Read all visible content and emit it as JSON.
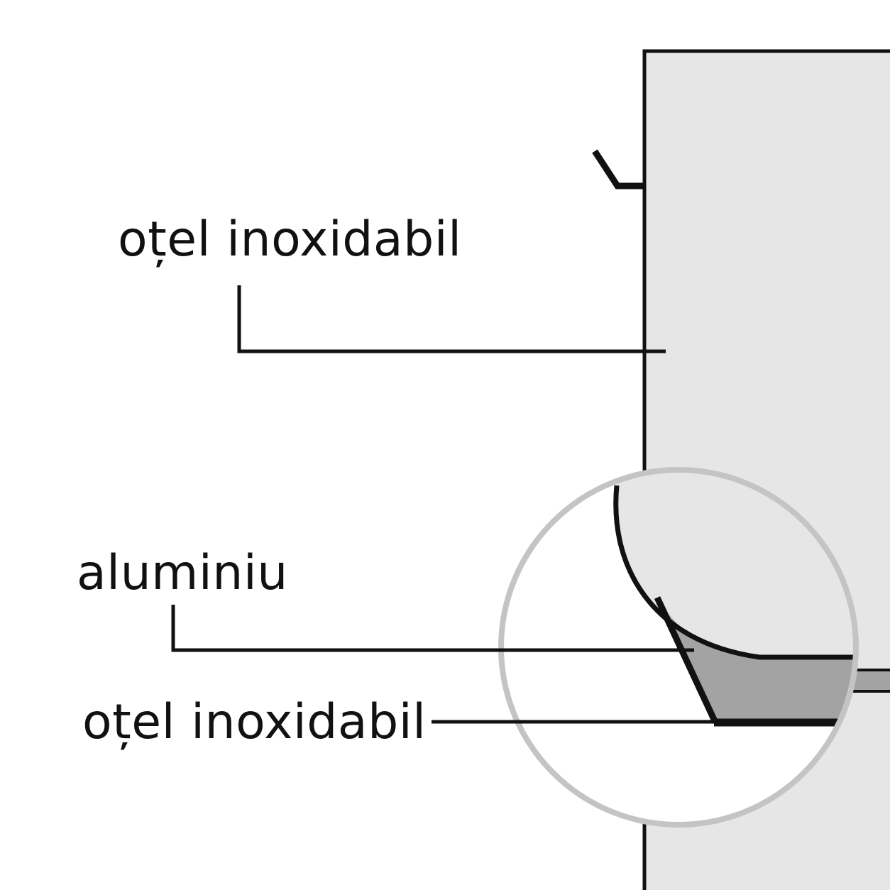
{
  "labels": {
    "top": "oțel inoxidabil",
    "middle": "aluminiu",
    "bottom": "oțel inoxidabil"
  },
  "colors": {
    "background": "#ffffff",
    "line": "#111111",
    "pot_fill": "#e6e6e6",
    "aluminium_layer": "#a3a3a3",
    "magnifier_ring": "#c4c4c4"
  }
}
